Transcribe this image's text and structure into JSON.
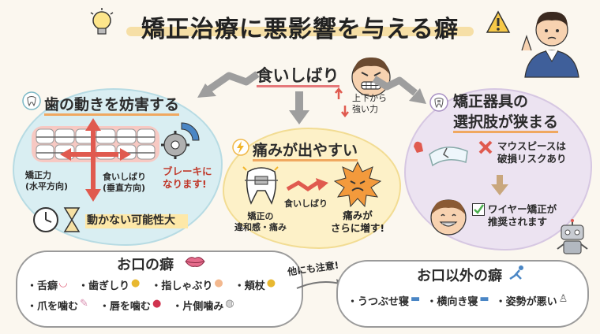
{
  "title": "矯正治療に悪影響を与える癖",
  "center": {
    "label": "食いしばり",
    "force_label": "上下から\n強い力"
  },
  "left": {
    "heading": "歯の動きを妨害する",
    "horizontal_force": "矯正力\n(水平方向)",
    "vertical_force": "食いしばり\n(垂直方向)",
    "brake_text": "ブレーキに\nなります!",
    "result": "動かない可能性大"
  },
  "middle": {
    "heading": "痛みが出やすい",
    "discomfort": "矯正の\n違和感・痛み",
    "arrow_label": "食いしばり",
    "result": "痛みが\nさらに増す!"
  },
  "right": {
    "heading_line1": "矯正器具の",
    "heading_line2": "選択肢が狭まる",
    "ng_text": "マウスピースは\n破損リスクあり",
    "ok_text": "ワイヤー矯正が\n推奨されます"
  },
  "bottom_left": {
    "heading": "お口の癖",
    "items": [
      "・舌癖",
      "・歯ぎしり",
      "・指しゃぶり",
      "・頬杖",
      "・爪を噛む",
      "・唇を噛む",
      "・片側噛み"
    ]
  },
  "caution": "他にも注意!",
  "bottom_right": {
    "heading": "お口以外の癖",
    "items": [
      "・うつぶせ寝",
      "・横向き寝",
      "・姿勢が悪い"
    ]
  },
  "colors": {
    "red": "#e05a4f",
    "orange": "#f29a3a",
    "green": "#4caf50",
    "gray_arrow": "#9e9e9e"
  }
}
